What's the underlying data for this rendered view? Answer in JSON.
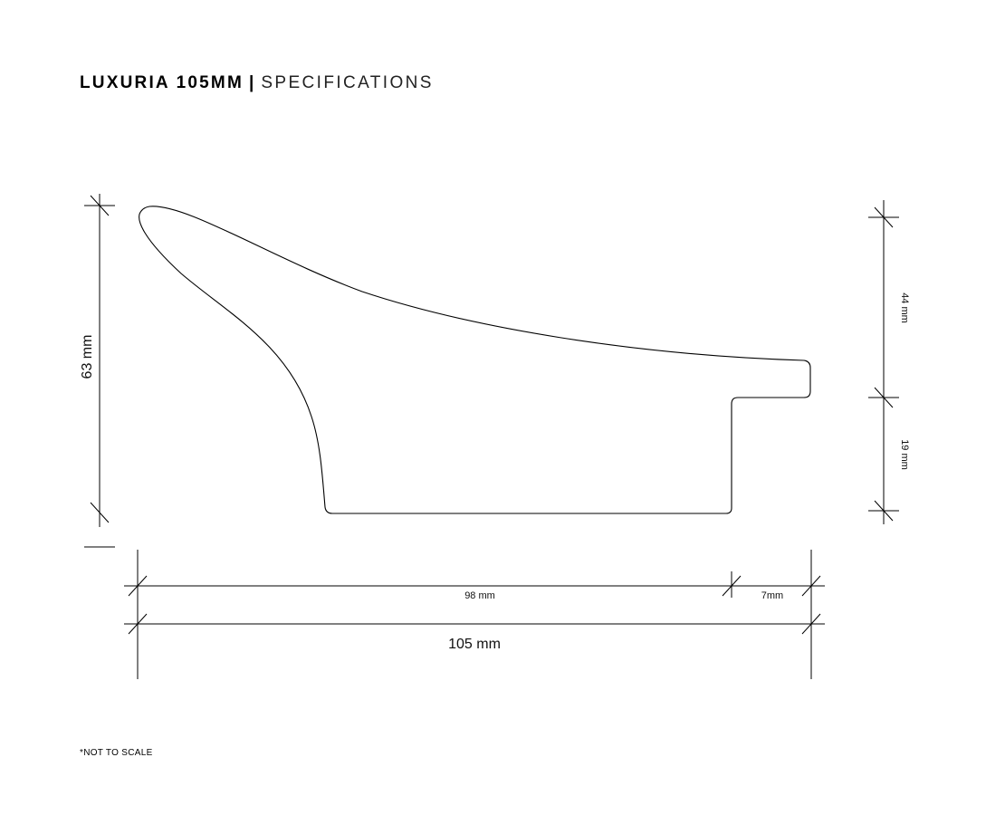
{
  "title": {
    "name": "LUXURIA 105MM",
    "separator": "|",
    "subtitle": "SPECIFICATIONS"
  },
  "dimensions": {
    "height_total": "63 mm",
    "height_upper": "44 mm",
    "height_lower": "19 mm",
    "width_main": "98 mm",
    "width_step": "7mm",
    "width_total": "105 mm"
  },
  "footnote": "*NOT TO SCALE",
  "colors": {
    "ink": "#000000",
    "background": "#ffffff"
  }
}
